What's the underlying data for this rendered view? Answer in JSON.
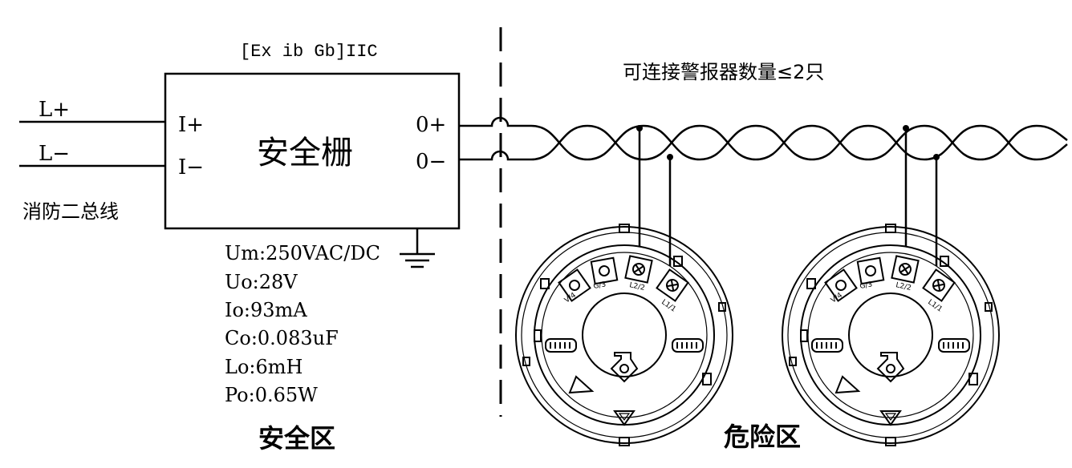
{
  "barrier": {
    "ex_marking": "[Ex ib Gb]IIC",
    "title": "安全栅",
    "input_pos": "I+",
    "input_neg": "I−",
    "output_pos": "0+",
    "output_neg": "0−"
  },
  "bus": {
    "pos_label": "L+",
    "neg_label": "L−",
    "name": "消防二总线"
  },
  "parameters": [
    "Um:250VAC/DC",
    "Uo:28V",
    "Io:93mA",
    "Co:0.083uF",
    "Lo:6mH",
    "Po:0.65W"
  ],
  "hazard_note": "可连接警报器数量≤2只",
  "zones": {
    "safe": "安全区",
    "hazardous": "危险区"
  },
  "detector_terminals": [
    "V/4",
    "G/3",
    "L2/2",
    "L1/1"
  ]
}
